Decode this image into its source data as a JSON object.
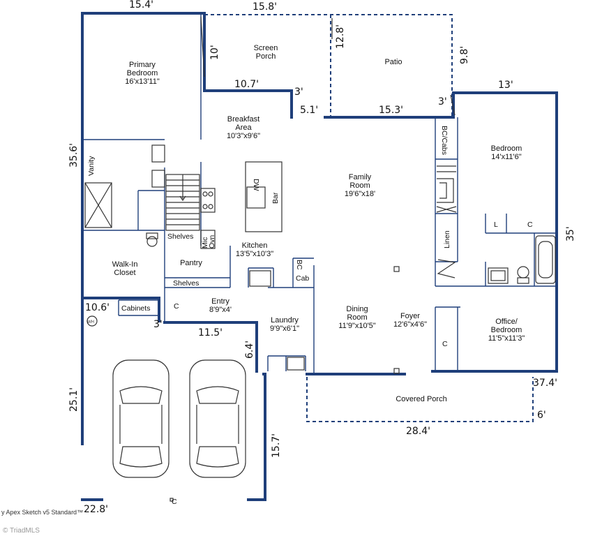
{
  "dimensions": {
    "d_15_4": "15.4'",
    "d_15_8": "15.8'",
    "d_12_8": "12.8'",
    "d_9_8": "9.8'",
    "d_10_top": "10'",
    "d_10_7": "10.7'",
    "d_3_a": "3'",
    "d_5_1": "5.1'",
    "d_15_3": "15.3'",
    "d_3_b": "3'",
    "d_13": "13'",
    "d_35_6": "35.6'",
    "d_35": "35'",
    "d_10_6": "10.6'",
    "d_3_c": "3'",
    "d_11_5": "11.5'",
    "d_6_4": "6.4'",
    "d_25_1": "25.1'",
    "d_15_7": "15.7'",
    "d_22_8": "22.8'",
    "d_37_4": "37.4'",
    "d_6": "6'",
    "d_28_4": "28.4'"
  },
  "rooms": {
    "screen_porch": [
      "Screen",
      "Porch"
    ],
    "patio": [
      "Patio"
    ],
    "primary_bedroom": [
      "Primary",
      "Bedroom",
      "16'x13'11\""
    ],
    "breakfast": [
      "Breakfast",
      "Area",
      "10'3\"x9'6\""
    ],
    "bedroom": [
      "Bedroom",
      "14'x11'6\""
    ],
    "family_room": [
      "Family",
      "Room",
      "19'6\"x18'"
    ],
    "kitchen": [
      "Kitchen",
      "13'5\"x10'3\""
    ],
    "walk_in_closet": [
      "Walk-In",
      "Closet"
    ],
    "pantry": [
      "Pantry"
    ],
    "entry": [
      "Entry",
      "8'9\"x4'"
    ],
    "laundry": [
      "Laundry",
      "9'9\"x6'1\""
    ],
    "dining": [
      "Dining",
      "Room",
      "11'9\"x10'5\""
    ],
    "foyer": [
      "Foyer",
      "12'6\"x4'6\""
    ],
    "office": [
      "Office/",
      "Bedroom",
      "11'5\"x11'3\""
    ],
    "covered_porch": [
      "Covered Porch"
    ]
  },
  "labels": {
    "vanity": "Vanity",
    "shelves_kitchen": "Shelves",
    "mic": "Mic",
    "ovn": "Ovn",
    "shelves_pantry": "Shelves",
    "dw": "DW",
    "bar": "Bar",
    "bc": "BC",
    "cab": "Cab",
    "bc_cabs": "BC/Cabs",
    "linen": "Linen",
    "l": "L",
    "c_bedroom": "C",
    "c_office": "C",
    "c_entry": "C",
    "c_garage": "C",
    "cabinets": "Cabinets",
    "wh": "WH"
  },
  "footer": {
    "software": "y Apex Sketch v5 Standard™",
    "watermark": "© TriadMLS"
  }
}
